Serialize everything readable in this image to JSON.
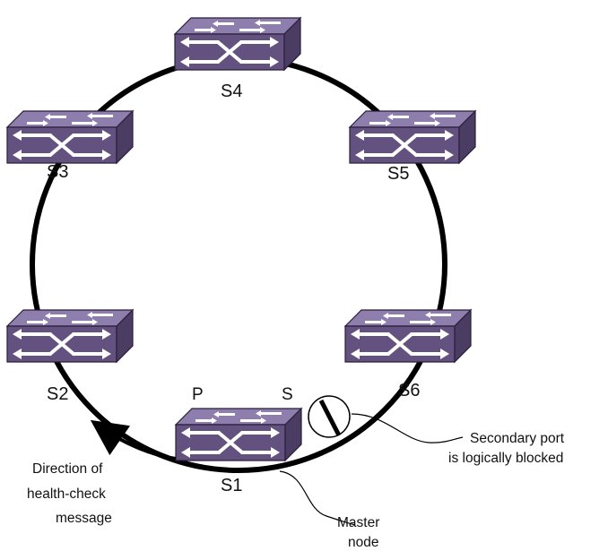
{
  "colors": {
    "switch_top": "#8e7eae",
    "switch_front": "#63527f",
    "switch_side": "#4a3c62",
    "switch_outline": "#2a1f3a",
    "arrows": "#ffffff",
    "ring": "#000000"
  },
  "switches": {
    "s4": {
      "label": "S4"
    },
    "s3": {
      "label": "S3"
    },
    "s5": {
      "label": "S5"
    },
    "s2": {
      "label": "S2"
    },
    "s6": {
      "label": "S6"
    },
    "s1": {
      "label": "S1"
    }
  },
  "ports": {
    "primary": "P",
    "secondary": "S"
  },
  "annotations": {
    "blocked_line1": "Secondary port",
    "blocked_line2": "is logically blocked",
    "direction_line1": "Direction of",
    "direction_line2": "health-check",
    "direction_line3": "message",
    "master_line1": "Master",
    "master_line2": "node"
  },
  "icons": {
    "switch": "network-switch-icon",
    "blocked_port": "blocked-port-icon",
    "direction_arrow": "arrow-icon"
  }
}
